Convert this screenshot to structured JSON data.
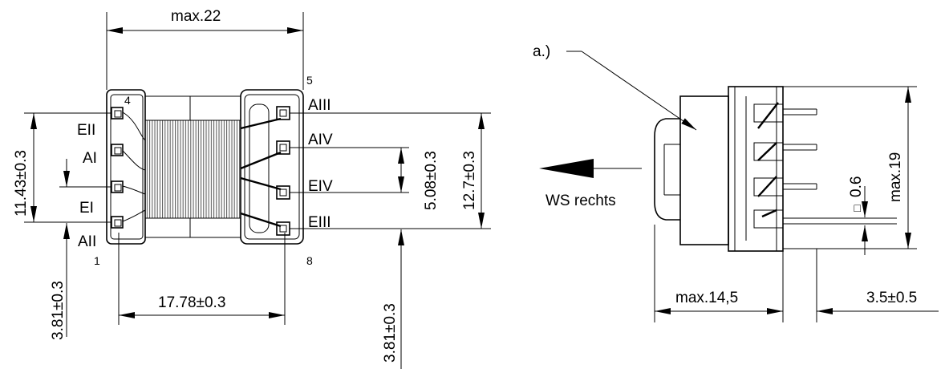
{
  "dimensions": {
    "top_width": "max.22",
    "pitch_left": "11.43±0.3",
    "pitch_bottom": "17.78±0.3",
    "offset_left": "3.81±0.3",
    "offset_right": "3.81±0.3",
    "pitch_right_inner": "5.08±0.3",
    "pitch_right_outer": "12.7±0.3",
    "side_height": "max.19",
    "side_depth": "max.14,5",
    "standoff": "3.5±0.5",
    "pin_size": "0.6",
    "pin_size_prefix": "□"
  },
  "pin_labels": {
    "e2": "EII",
    "a1": "AI",
    "e1": "EI",
    "a2": "AII",
    "a3": "AIII",
    "a4": "AIV",
    "e4": "EIV",
    "e3": "EIII",
    "n4": "4",
    "n1": "1",
    "n5": "5",
    "n8": "8"
  },
  "side_view": {
    "note": "a.)",
    "direction": "WS rechts"
  }
}
